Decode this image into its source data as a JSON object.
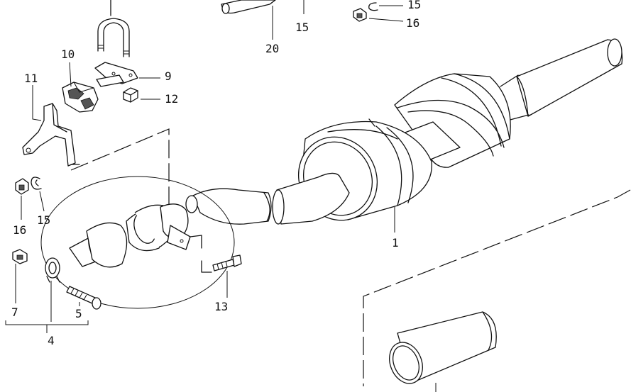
{
  "diagram": {
    "callouts": {
      "p1": "1",
      "p4": "4",
      "p5": "5",
      "p7": "7",
      "p9": "9",
      "p10": "10",
      "p11": "11",
      "p12": "12",
      "p13": "13",
      "p15_top": "15",
      "p15_right": "15",
      "p15_left": "15",
      "p16_right": "16",
      "p16_left": "16",
      "p20": "20"
    }
  }
}
